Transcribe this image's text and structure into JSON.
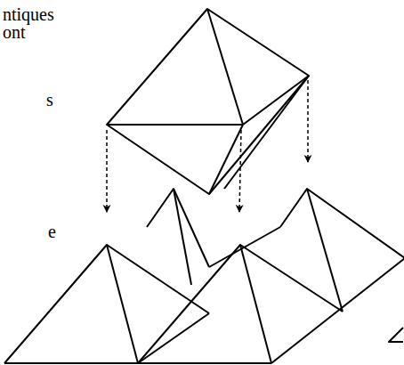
{
  "diagram": {
    "labels": [
      "ntiques",
      "ont",
      "s",
      "e"
    ]
  }
}
